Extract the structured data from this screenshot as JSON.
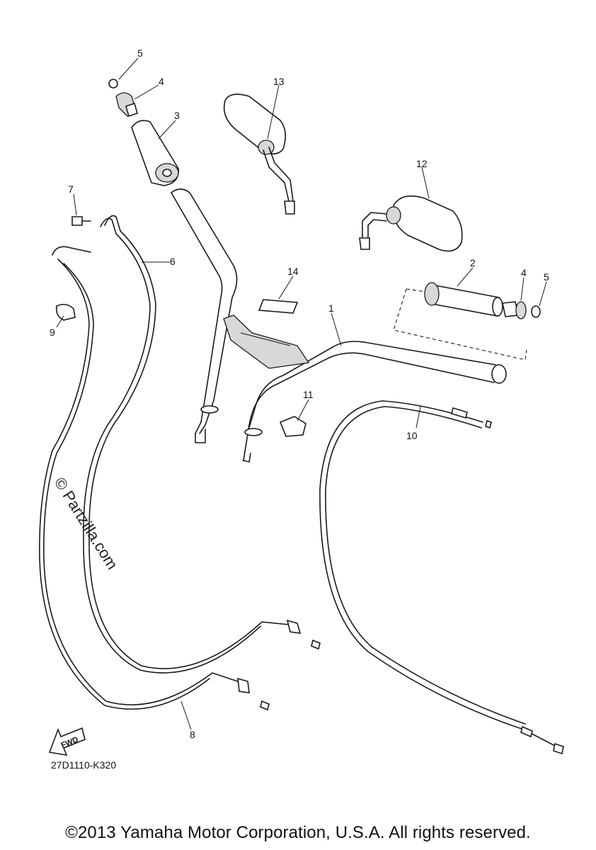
{
  "diagram": {
    "callouts": [
      "1",
      "2",
      "3",
      "4",
      "4",
      "5",
      "5",
      "6",
      "7",
      "8",
      "9",
      "10",
      "11",
      "12",
      "13",
      "14"
    ],
    "watermark": "© Partzilla.com",
    "fwd_label": "FWD",
    "part_code": "27D1110-K320",
    "copyright": "©2013 Yamaha Motor Corporation, U.S.A. All rights reserved."
  }
}
